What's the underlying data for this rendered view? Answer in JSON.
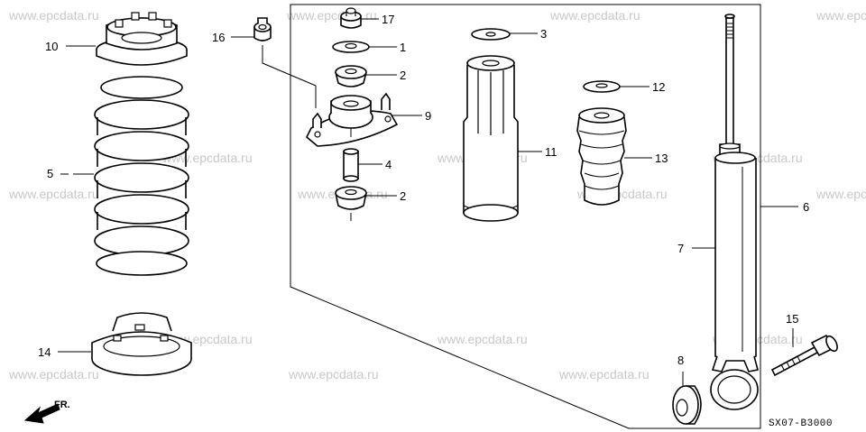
{
  "watermark": "www.epcdata.ru",
  "diagram_code": "SX07-B3000",
  "direction_label": "FR.",
  "callouts": [
    {
      "id": "1"
    },
    {
      "id": "2"
    },
    {
      "id": "3"
    },
    {
      "id": "4"
    },
    {
      "id": "5"
    },
    {
      "id": "6"
    },
    {
      "id": "7"
    },
    {
      "id": "8"
    },
    {
      "id": "9"
    },
    {
      "id": "10"
    },
    {
      "id": "11"
    },
    {
      "id": "12"
    },
    {
      "id": "13"
    },
    {
      "id": "14"
    },
    {
      "id": "15"
    },
    {
      "id": "16"
    },
    {
      "id": "17"
    }
  ]
}
